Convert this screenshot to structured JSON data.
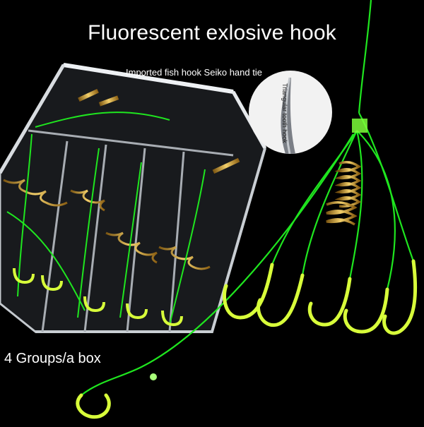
{
  "product": {
    "title": "Fluorescent exlosive hook",
    "subtitle": "Imported fish hook Seiko hand tie",
    "inset_label": "Triangular tooth hook",
    "quantity_label": "4 Groups/a box"
  },
  "colors": {
    "background": "#000000",
    "line_green": "#1fe61f",
    "hook_glow": "#d8ff3a",
    "spring_gold": "#c99a2e",
    "box_plastic": "#d9dde2",
    "text": "#ffffff"
  },
  "icons": {
    "hook_rig": "fishing-hook-rig-icon",
    "tackle_box": "tackle-box-icon",
    "hook_point": "hook-point-closeup-icon"
  }
}
